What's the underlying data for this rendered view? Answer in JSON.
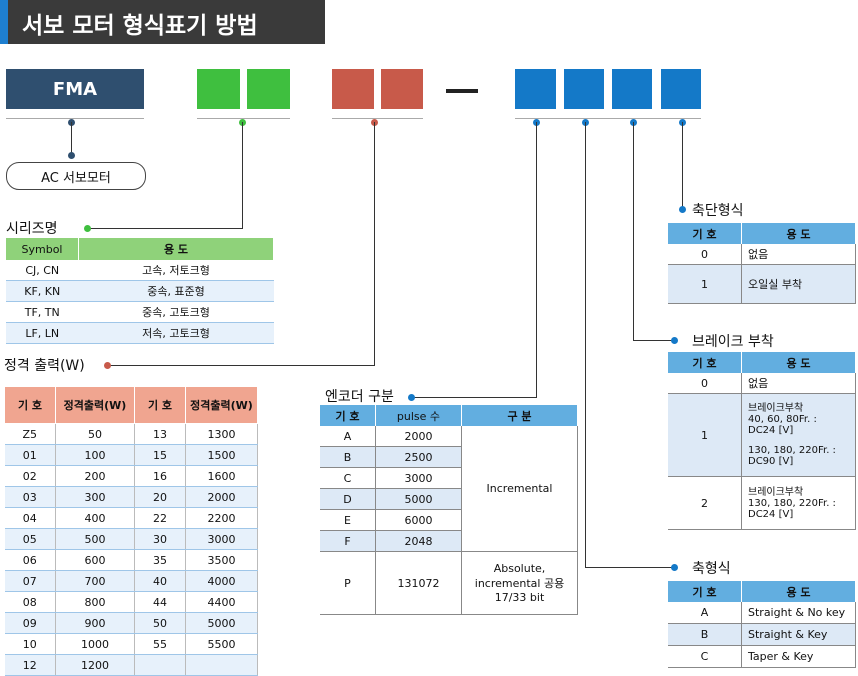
{
  "title": "서보 모터 형식표기 방법",
  "code": {
    "prefix": "FMA",
    "pill": "AC 서보모터"
  },
  "series": {
    "label": "시리즈명",
    "headers": [
      "Symbol",
      "용 도"
    ],
    "rows": [
      [
        "CJ, CN",
        "고속, 저토크형"
      ],
      [
        "KF, KN",
        "중속, 표준형"
      ],
      [
        "TF, TN",
        "중속, 고토크형"
      ],
      [
        "LF, LN",
        "저속, 고토크형"
      ]
    ]
  },
  "power": {
    "label": "정격 출력(W)",
    "headers": [
      "기 호",
      "정격출력(W)",
      "기 호",
      "정격출력(W)"
    ],
    "rows": [
      [
        "Z5",
        "50",
        "13",
        "1300"
      ],
      [
        "01",
        "100",
        "15",
        "1500"
      ],
      [
        "02",
        "200",
        "16",
        "1600"
      ],
      [
        "03",
        "300",
        "20",
        "2000"
      ],
      [
        "04",
        "400",
        "22",
        "2200"
      ],
      [
        "05",
        "500",
        "30",
        "3000"
      ],
      [
        "06",
        "600",
        "35",
        "3500"
      ],
      [
        "07",
        "700",
        "40",
        "4000"
      ],
      [
        "08",
        "800",
        "44",
        "4400"
      ],
      [
        "09",
        "900",
        "50",
        "5000"
      ],
      [
        "10",
        "1000",
        "55",
        "5500"
      ],
      [
        "12",
        "1200",
        "",
        ""
      ]
    ]
  },
  "encoder": {
    "label": "엔코더 구분",
    "headers": [
      "기 호",
      "pulse 수",
      "구 분"
    ],
    "rows": [
      [
        "A",
        "2000"
      ],
      [
        "B",
        "2500"
      ],
      [
        "C",
        "3000"
      ],
      [
        "D",
        "5000"
      ],
      [
        "E",
        "6000"
      ],
      [
        "F",
        "2048"
      ]
    ],
    "incremental": "Incremental",
    "p_row": [
      "P",
      "131072"
    ],
    "p_type_lines": [
      "Absolute,",
      "incremental 공용",
      "17/33 bit"
    ]
  },
  "shaft_end": {
    "label": "축단형식",
    "headers": [
      "기 호",
      "용 도"
    ],
    "rows": [
      [
        "0",
        "없음"
      ],
      [
        "1",
        "오일실 부착"
      ]
    ]
  },
  "brake": {
    "label": "브레이크 부착",
    "headers": [
      "기 호",
      "용 도"
    ],
    "r0": [
      "0",
      "없음"
    ],
    "r1_code": "1",
    "r1_lines_a": [
      "브레이크부착",
      "40, 60, 80Fr. :",
      "DC24 [V]"
    ],
    "r1_lines_b": [
      "130, 180, 220Fr. :",
      "DC90 [V]"
    ],
    "r2_code": "2",
    "r2_lines": [
      "브레이크부착",
      "130, 180, 220Fr. :",
      "DC24 [V]"
    ]
  },
  "shaft": {
    "label": "축형식",
    "headers": [
      "기 호",
      "용 도"
    ],
    "rows": [
      [
        "A",
        "Straight & No key"
      ],
      [
        "B",
        "Straight & Key"
      ],
      [
        "C",
        "Taper & Key"
      ]
    ]
  },
  "colors": {
    "navy": "#2f4f6f",
    "green": "#3fbf3f",
    "red": "#c85a4a",
    "blue": "#1479c8"
  }
}
